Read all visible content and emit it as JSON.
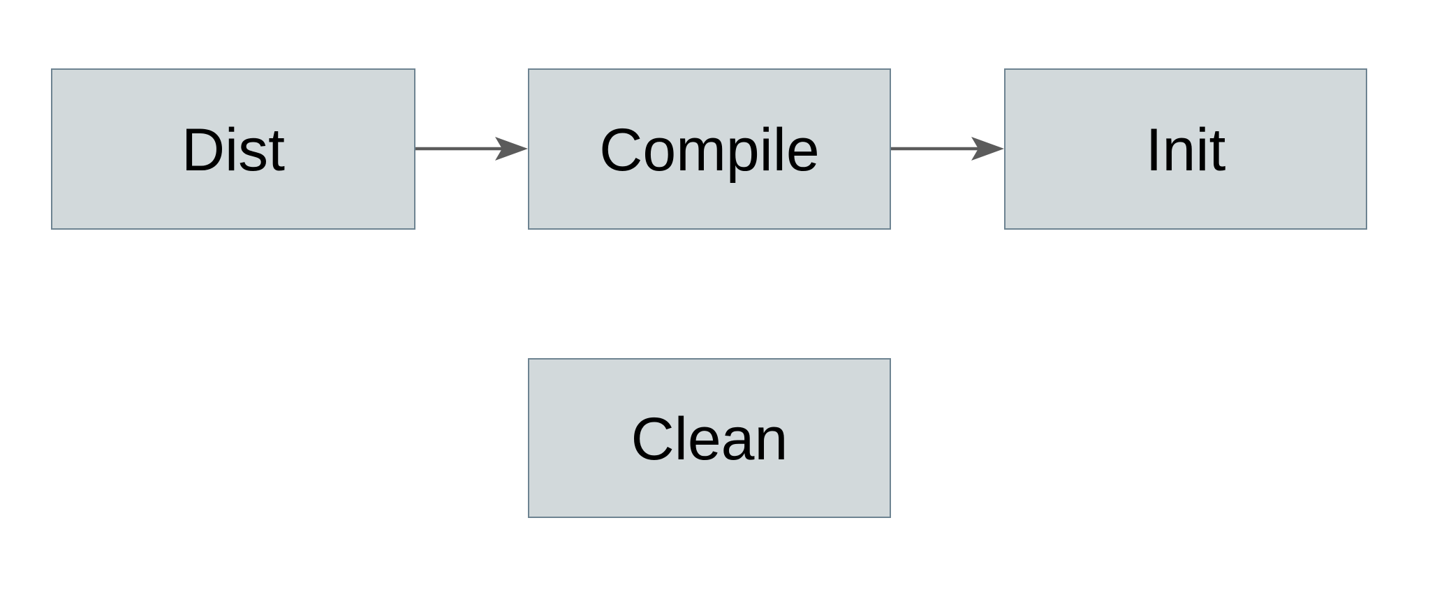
{
  "diagram": {
    "type": "flowchart",
    "background": "#ffffff",
    "colors": {
      "node_fill": "#d2d9db",
      "node_border": "#6d8391",
      "arrow": "#5b5b5b",
      "text": "#000000"
    },
    "nodes": [
      {
        "id": "dist",
        "label": "Dist",
        "row": "top",
        "col": 1
      },
      {
        "id": "compile",
        "label": "Compile",
        "row": "top",
        "col": 2
      },
      {
        "id": "init",
        "label": "Init",
        "row": "top",
        "col": 3
      },
      {
        "id": "clean",
        "label": "Clean",
        "row": "bottom",
        "col": 2
      }
    ],
    "edges": [
      {
        "from": "dist",
        "to": "compile",
        "style": "solid-arrow"
      },
      {
        "from": "compile",
        "to": "init",
        "style": "solid-arrow"
      }
    ]
  }
}
